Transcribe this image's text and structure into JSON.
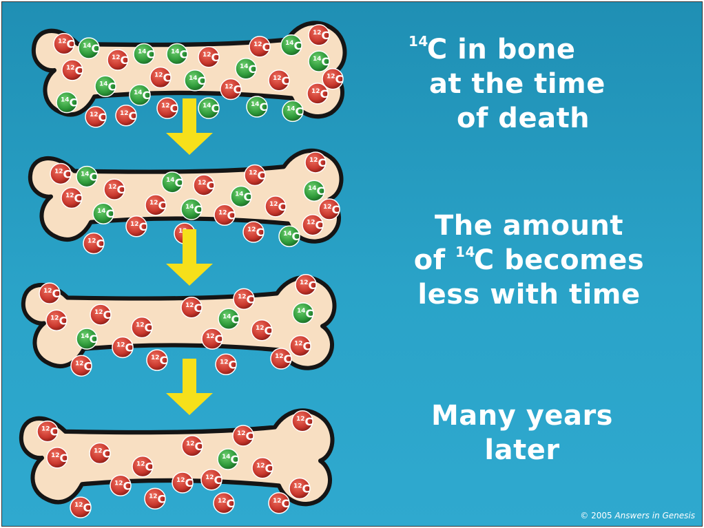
{
  "captions": {
    "time_of_death": {
      "isotope_sup": "14",
      "line1": "C in bone",
      "line2": "at the time",
      "line3": "of death"
    },
    "decrease": {
      "line1": "The amount",
      "line2_pre": "of ",
      "isotope_sup": "14",
      "line2_post": "C becomes",
      "line3": "less with time"
    },
    "later": {
      "line1": "Many years",
      "line2": "later"
    }
  },
  "copyright": {
    "prefix": "© 2005",
    "owner": "Answers in Genesis"
  },
  "atoms": {
    "c12": {
      "sup": "12",
      "symbol": "C",
      "color": "#c8372d"
    },
    "c14": {
      "sup": "14",
      "symbol": "C",
      "color": "#2e9a3a"
    }
  },
  "bones": [
    {
      "stage": "time-of-death",
      "c12_count": 14,
      "c14_count": 13
    },
    {
      "stage": "stage-2",
      "c12_count": 15,
      "c14_count": 8
    },
    {
      "stage": "stage-3",
      "c12_count": 15,
      "c14_count": 3
    },
    {
      "stage": "many-years-later",
      "c12_count": 16,
      "c14_count": 1
    }
  ],
  "colors": {
    "background": "#2aa3c8",
    "bone_fill": "#f8dfc2",
    "bone_outline": "#151515",
    "arrow": "#f6e01a",
    "text": "#ffffff"
  }
}
